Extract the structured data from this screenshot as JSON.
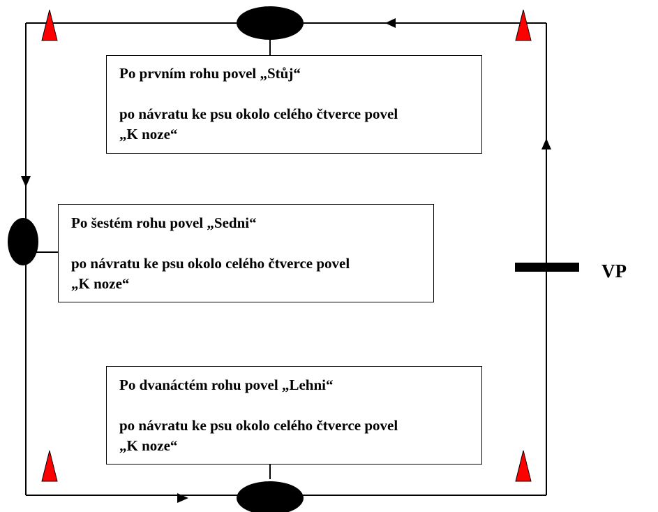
{
  "boxes": [
    {
      "line1": "Po prvním rohu povel „Stůj“",
      "line2": "po návratu ke psu okolo celého čtverce povel",
      "line3": "„K noze“"
    },
    {
      "line1": "Po šestém rohu povel „Sedni“",
      "line2": "po návratu ke psu okolo celého čtverce povel",
      "line3": "„K noze“"
    },
    {
      "line1": "Po dvanáctém rohu povel „Lehni“",
      "line2": "po návratu ke psu okolo celého čtverce povel",
      "line3": "„K noze“"
    }
  ],
  "start_label": "VP",
  "colors": {
    "cone_fill": "#ff0000",
    "line": "#000000",
    "marker": "#000000"
  }
}
